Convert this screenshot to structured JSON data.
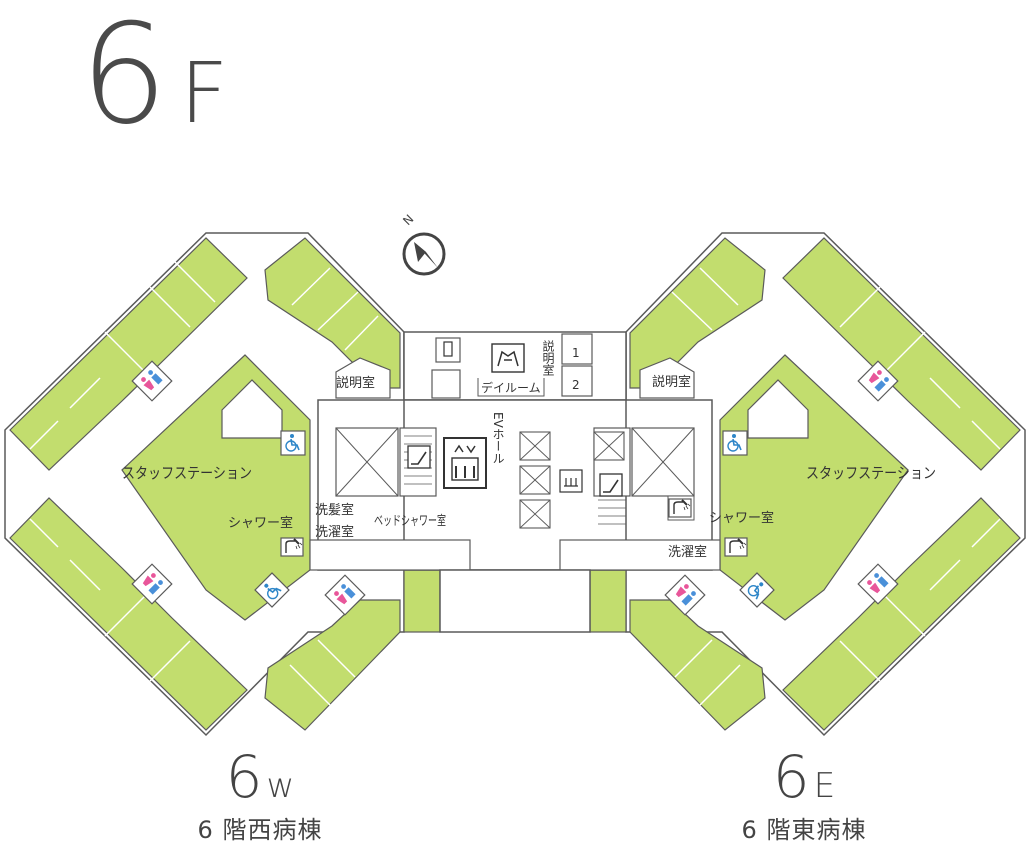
{
  "floor": {
    "number": "6",
    "letter": "F"
  },
  "compass": {
    "label": "N",
    "icon": "north-arrow-icon"
  },
  "colors": {
    "room_fill": "#c2dd6e",
    "line": "#5a5a5a",
    "wc_female": "#e8569a",
    "wc_male": "#4a90d9",
    "access_blue": "#2e86c8"
  },
  "rooms": {
    "consult_room_left": "説明室",
    "consult_room_right": "説明室",
    "day_room": "デイルーム",
    "consult_room_top": "説明室",
    "consult_num_1": "1",
    "consult_num_2": "2",
    "ev_hall": "EVホール",
    "staff_station_left": "スタッフステーション",
    "staff_station_right": "スタッフステーション",
    "shower_left": "シャワー室",
    "shower_right": "シャワー室",
    "hair_wash": "洗髪室",
    "laundry_left": "洗濯室",
    "bed_shower": "ベッドシャワー室",
    "laundry_right": "洗濯室"
  },
  "wings": {
    "west": {
      "number": "6",
      "letter": "w",
      "name": "6 階西病棟"
    },
    "east": {
      "number": "6",
      "letter": "E",
      "name": "6 階東病棟"
    }
  }
}
